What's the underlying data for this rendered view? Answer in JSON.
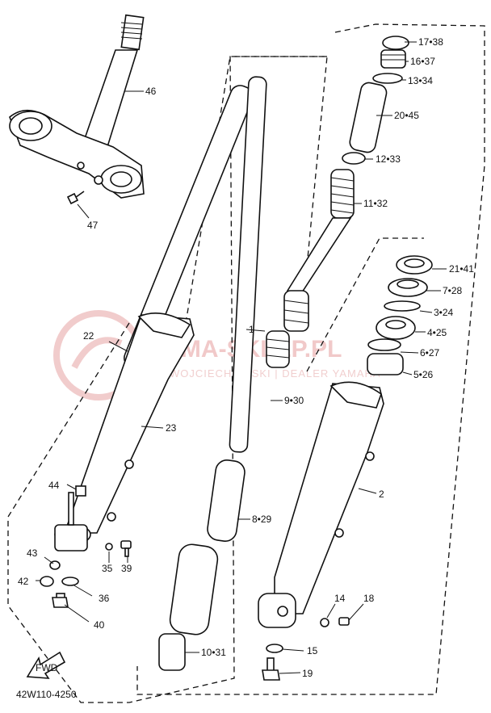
{
  "diagram_code": "42W110-4250",
  "fwd_label": "FWD",
  "watermark": {
    "brand": "YAMA-SKLEP.PL",
    "sub": "WOJCIECHOWSKI | DEALER YAMAHA"
  },
  "callouts": {
    "c1": "1",
    "c2": "2",
    "c3": "3•24",
    "c5": "5•26",
    "c6": "6•27",
    "c4": "4•25",
    "c7": "7•28",
    "c8": "8•29",
    "c9": "9•30",
    "c10": "10•31",
    "c11": "11•32",
    "c12": "12•33",
    "c13": "13•34",
    "c14": "14",
    "c15": "15",
    "c16": "16•37",
    "c17": "17•38",
    "c18": "18",
    "c19": "19",
    "c20": "20•45",
    "c21": "21•41",
    "c22": "22",
    "c23": "23",
    "c35": "35",
    "c36": "36",
    "c39": "39",
    "c40": "40",
    "c42": "42",
    "c43": "43",
    "c44": "44",
    "c46": "46",
    "c47": "47"
  }
}
